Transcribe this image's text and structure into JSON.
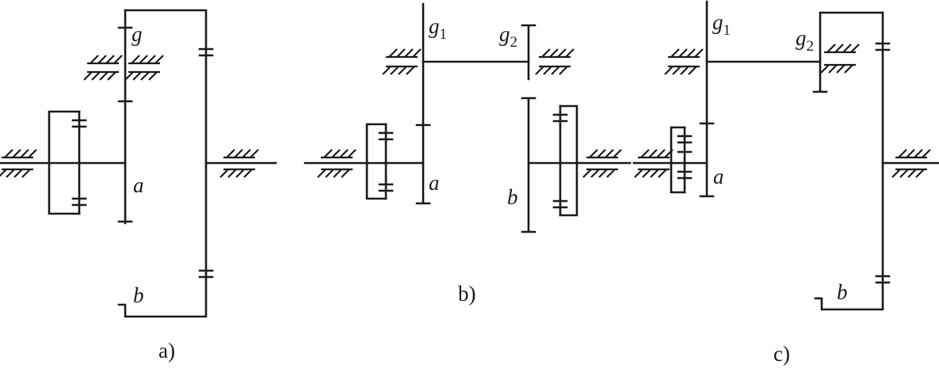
{
  "diagrams": {
    "a": {
      "caption": "a)",
      "labels": {
        "planet": "g",
        "sun": "a",
        "ring": "b"
      }
    },
    "b": {
      "caption": "b)",
      "labels": {
        "planet1": "g",
        "planet1_sub": "1",
        "planet2": "g",
        "planet2_sub": "2",
        "sun": "a",
        "ring": "b"
      }
    },
    "c": {
      "caption": "c)",
      "labels": {
        "planet1": "g",
        "planet1_sub": "1",
        "planet2": "g",
        "planet2_sub": "2",
        "sun": "a",
        "ring": "b"
      }
    }
  },
  "colors": {
    "ink": "#1a1a1a",
    "background": "#ffffff"
  }
}
